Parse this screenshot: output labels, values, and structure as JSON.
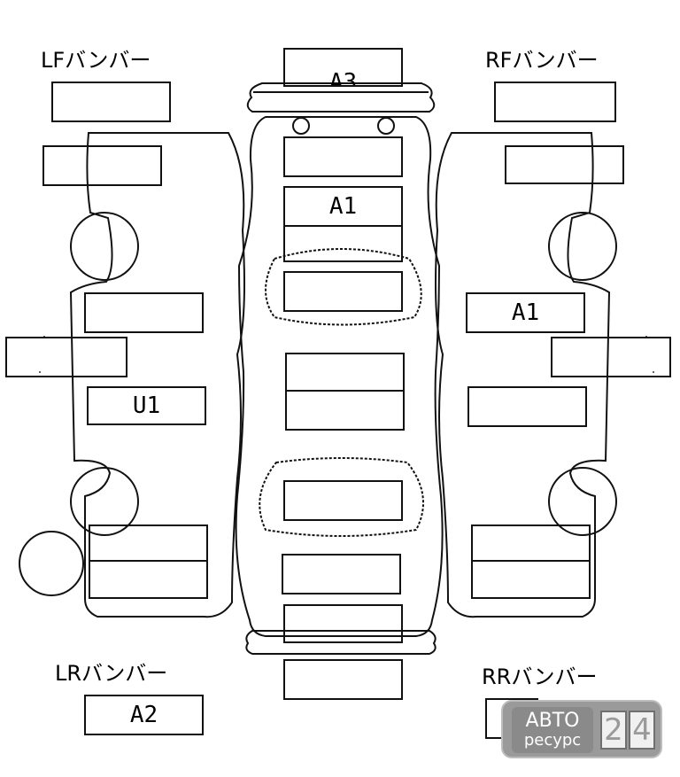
{
  "labels": {
    "lf_bumper": "LFバンバー",
    "rf_bumper": "RFバンバー",
    "lr_bumper": "LRバンバー",
    "rr_bumper": "RRバンバー"
  },
  "codes": {
    "front_bumper": "A3",
    "bonnet": "A1",
    "right_front_door": "A1",
    "left_front_door": "U1",
    "lr_bumper": "A2"
  },
  "watermark": {
    "line1": "АВТО",
    "line2": "ресурс",
    "digit1": "2",
    "digit2": "4"
  },
  "colors": {
    "ink": "#111111",
    "watermark": "#9a9a9a"
  }
}
